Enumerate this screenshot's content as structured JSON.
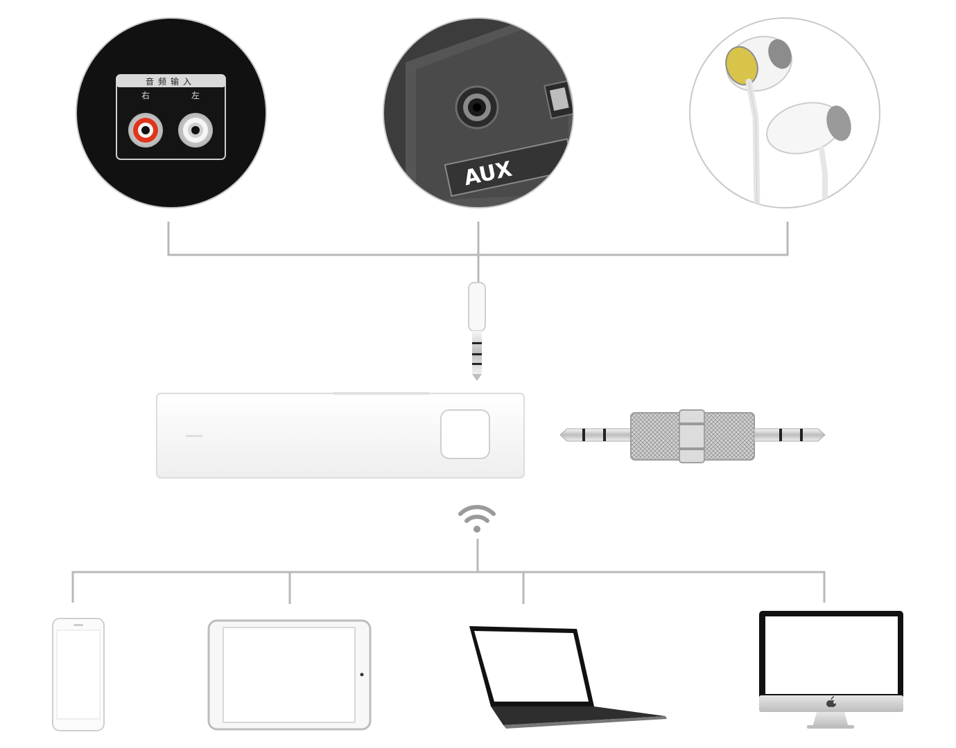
{
  "rca_panel": {
    "title": "音频输入",
    "right_label": "右",
    "left_label": "左"
  },
  "aux_panel": {
    "label": "AUX"
  },
  "colors": {
    "rca_red": "#e0351c",
    "connector_line": "#b8b8b8",
    "device_dark": "#1a1a1a"
  }
}
